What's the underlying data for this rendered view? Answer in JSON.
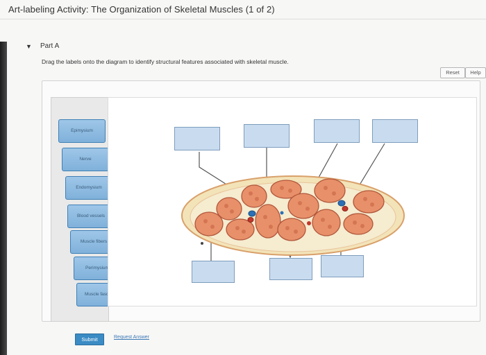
{
  "header": {
    "title": "Art-labeling Activity: The Organization of Skeletal Muscles (1 of 2)"
  },
  "part": {
    "toggle_icon": "▼",
    "label": "Part A"
  },
  "instructions": "Drag the labels onto the diagram to identify structural features associated with skeletal muscle.",
  "toolbar": {
    "reset_label": "Reset",
    "help_label": "Help"
  },
  "labels": [
    "Epimysium",
    "Nerve",
    "Endomysium",
    "Blood vessels",
    "Muscle fibers",
    "Perimysium",
    "Muscle fascicle"
  ],
  "footer": {
    "submit_label": "Submit",
    "request_label": "Request Answer"
  },
  "colors": {
    "accent": "#3b8bc4",
    "label_fill": "#8fbbe0",
    "drop_fill": "#c9dcef",
    "muscle_fill": "#e8906a",
    "epimysium": "#f3e3b8",
    "vessel_red": "#c2382b",
    "vessel_blue": "#2c70b6"
  }
}
